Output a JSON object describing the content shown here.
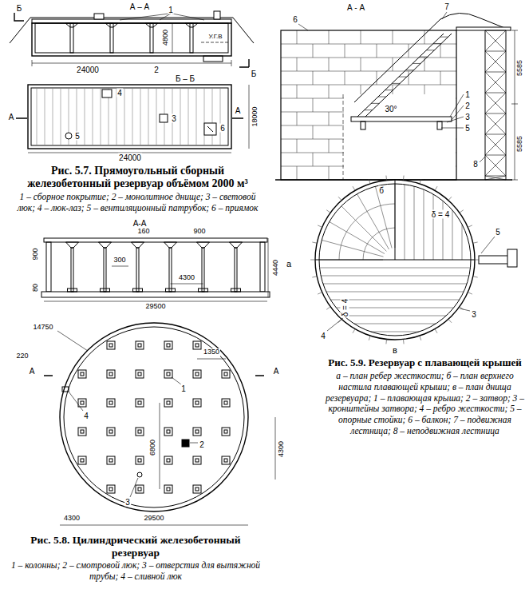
{
  "diagram": {
    "labels": [
      "А – А",
      "Б",
      "1",
      "4800",
      "У.Г.В",
      "2",
      "24000",
      "Б – Б",
      "Б",
      "4",
      "3",
      "5",
      "6",
      "А",
      "А",
      "18000",
      "24000",
      "Рис. 5.7. Прямоугольный сборный железобетонный резервуар объёмом 2000 м³",
      "1 – сборное покрытие; 2 – монолитное днище; 3 – световой люк; 4 – люк-лаз; 5 – вентиляционный патрубок; 6 – приямок",
      "А - А",
      "6",
      "7",
      "30°",
      "5585",
      "5585",
      "1",
      "2",
      "3",
      "5",
      "8",
      "б",
      "δ = 4",
      "δ = 4",
      "а",
      "4",
      "3",
      "5",
      "в",
      "Рис. 5.9. Резервуар с плавающей крышей",
      "а – план ребер жесткости; б – план верхнего настила плавающей крыши; в – план днища резервуара; 1 – плавающая крыша; 2 – затвор; 3 – кронштейны затвора; 4 – ребро жесткости; 5 – опорные стойки; 6 – балкон; 7 – подвижная лестница; 8 – неподвижная лестница",
      "А-А",
      "160",
      "900",
      "900",
      "300",
      "4300",
      "29500",
      "4440",
      "80",
      "14750",
      "220",
      "1350",
      "1",
      "6800",
      "2",
      "4",
      "3",
      "4300",
      "А",
      "А",
      "4300",
      "29500",
      "Рис. 5.8. Цилиндрический железобетонный резервуар",
      "1 – колонны; 2 – смотровой люк; 3 – отверстия для вытяжной трубы; 4 – сливной люк"
    ]
  }
}
